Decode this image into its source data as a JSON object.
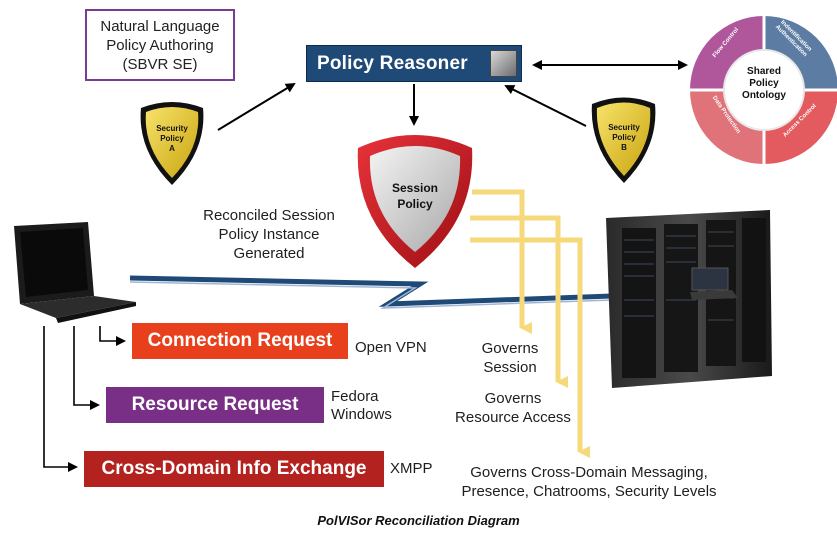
{
  "diagram": {
    "nl_authoring": "Natural Language\nPolicy Authoring\n(SBVR SE)",
    "reasoner": "Policy Reasoner",
    "ontology": {
      "center": "Shared\nPolicy\nOntology",
      "segments": [
        "Flow Control",
        "Indentification Authentication",
        "Access Control",
        "Data Protection"
      ]
    },
    "shield_a": "Security\nPolicy\nA",
    "shield_b": "Security\nPolicy\nB",
    "session_policy": "Session\nPolicy",
    "reconciled": "Reconciled Session\nPolicy Instance\nGenerated",
    "requests": [
      {
        "label": "Connection Request",
        "detail": "Open VPN",
        "color": "#e8401c"
      },
      {
        "label": "Resource  Request",
        "detail": "Fedora\nWindows",
        "color": "#7a2f86"
      },
      {
        "label": "Cross-Domain Info Exchange",
        "detail": "XMPP",
        "color": "#b3221e"
      }
    ],
    "governs": [
      "Governs\nSession",
      "Governs\nResource Access",
      "Governs Cross-Domain Messaging,\nPresence, Chatrooms, Security Levels"
    ],
    "caption": "PolVISor Reconciliation Diagram",
    "colors": {
      "reasoner_bg": "#1f4a78",
      "yellow_flow": "#f6d97a",
      "shield_red": "#c8171e",
      "shield_gold": "#e7c21b",
      "ontology_purple": "#b0569b",
      "ontology_blue": "#5d7ca3",
      "ontology_red": "#e35a5f",
      "ontology_pink": "#e0727a"
    }
  }
}
